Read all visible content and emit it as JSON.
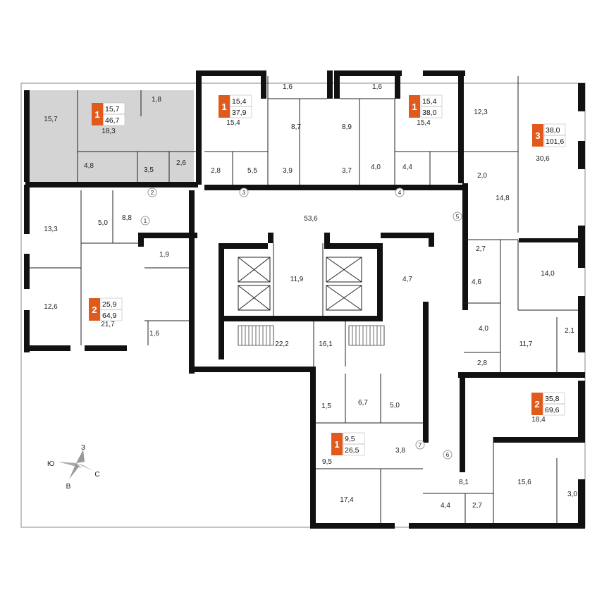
{
  "colors": {
    "accent": "#e05a1e",
    "highlight_apartment": "#d4d4d4",
    "wall": "#111111"
  },
  "apartments": [
    {
      "id": "apt-a",
      "rooms": "1",
      "living": "15,7",
      "total": "46,7"
    },
    {
      "id": "apt-b",
      "rooms": "1",
      "living": "15,4",
      "total": "37,9"
    },
    {
      "id": "apt-c",
      "rooms": "1",
      "living": "15,4",
      "total": "38,0"
    },
    {
      "id": "apt-d",
      "rooms": "3",
      "living": "38,0",
      "total": "101,6"
    },
    {
      "id": "apt-e",
      "rooms": "2",
      "living": "25,9",
      "total": "64,9"
    },
    {
      "id": "apt-f",
      "rooms": "1",
      "living": "9,5",
      "total": "26,5"
    },
    {
      "id": "apt-g",
      "rooms": "2",
      "living": "35,8",
      "total": "69,6"
    }
  ],
  "room_labels": [
    "15,7",
    "18,3",
    "1,8",
    "4,8",
    "3,5",
    "2,6",
    "15,4",
    "1,6",
    "8,7",
    "2,8",
    "5,5",
    "3,9",
    "8,9",
    "1,6",
    "15,4",
    "3,7",
    "4,0",
    "4,4",
    "12,3",
    "30,6",
    "2,0",
    "14,8",
    "13,3",
    "5,0",
    "8,8",
    "53,6",
    "1,9",
    "12,6",
    "21,7",
    "1,6",
    "11,9",
    "4,7",
    "22,2",
    "16,1",
    "2,7",
    "14,0",
    "4,6",
    "4,0",
    "11,7",
    "2,1",
    "2,8",
    "6,7",
    "5,0",
    "1,5",
    "9,5",
    "3,8",
    "18,4",
    "8,1",
    "15,6",
    "3,0",
    "17,4",
    "4,4",
    "2,7"
  ],
  "door_numbers": [
    "2",
    "1",
    "3",
    "4",
    "5",
    "6",
    "7"
  ],
  "compass": {
    "north": "С",
    "south": "Ю",
    "west": "З",
    "east": "В"
  }
}
